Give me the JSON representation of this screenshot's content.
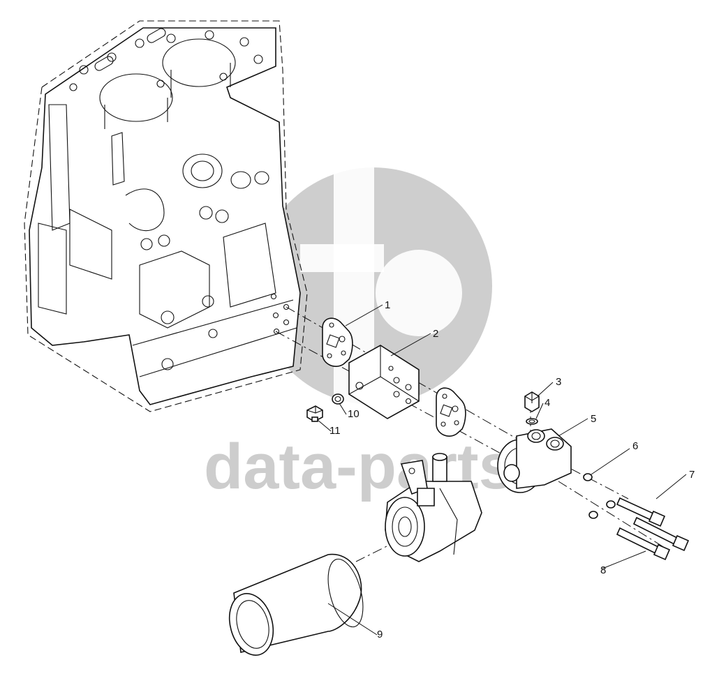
{
  "watermark": {
    "text": "data-parts",
    "color": "#bdbdbd"
  },
  "callouts": {
    "c1": "1",
    "c2": "2",
    "c3": "3",
    "c4": "4",
    "c5": "5",
    "c6": "6",
    "c7": "7",
    "c8": "8",
    "c9": "9",
    "c10": "10",
    "c11": "11"
  },
  "colors": {
    "line": "#111111",
    "background": "#ffffff"
  }
}
